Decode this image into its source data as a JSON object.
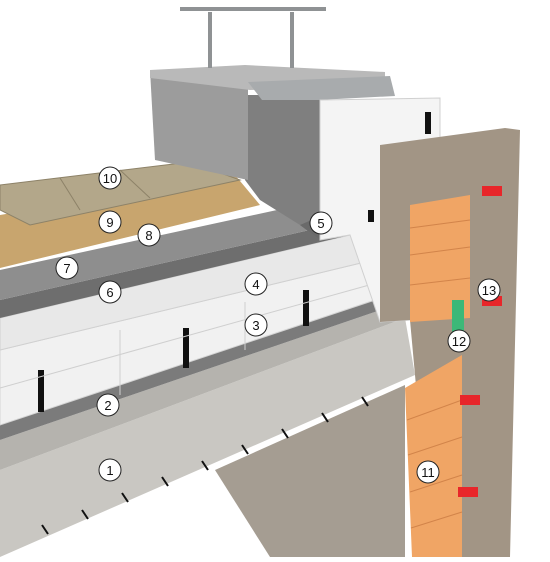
{
  "labels": [
    {
      "id": "1",
      "text": "1"
    },
    {
      "id": "2",
      "text": "2"
    },
    {
      "id": "3",
      "text": "3"
    },
    {
      "id": "4",
      "text": "4"
    },
    {
      "id": "5",
      "text": "5"
    },
    {
      "id": "6",
      "text": "6"
    },
    {
      "id": "7",
      "text": "7"
    },
    {
      "id": "8",
      "text": "8"
    },
    {
      "id": "9",
      "text": "9"
    },
    {
      "id": "10",
      "text": "10"
    },
    {
      "id": "11",
      "text": "11"
    },
    {
      "id": "12",
      "text": "12"
    },
    {
      "id": "13",
      "text": "13"
    }
  ],
  "colors": {
    "concrete": "#c9c7c2",
    "screed": "#7b7b7b",
    "insulation": "#f1f1f1",
    "membrane": "#8e8e8e",
    "gravel": "#c8a56e",
    "paver": "#b3a78a",
    "brick": "#f0a565",
    "render": "#a29585",
    "red_accent": "#e8262a",
    "green_accent": "#3cb878",
    "interior": "#a59d92",
    "metal": "#a8abad"
  }
}
